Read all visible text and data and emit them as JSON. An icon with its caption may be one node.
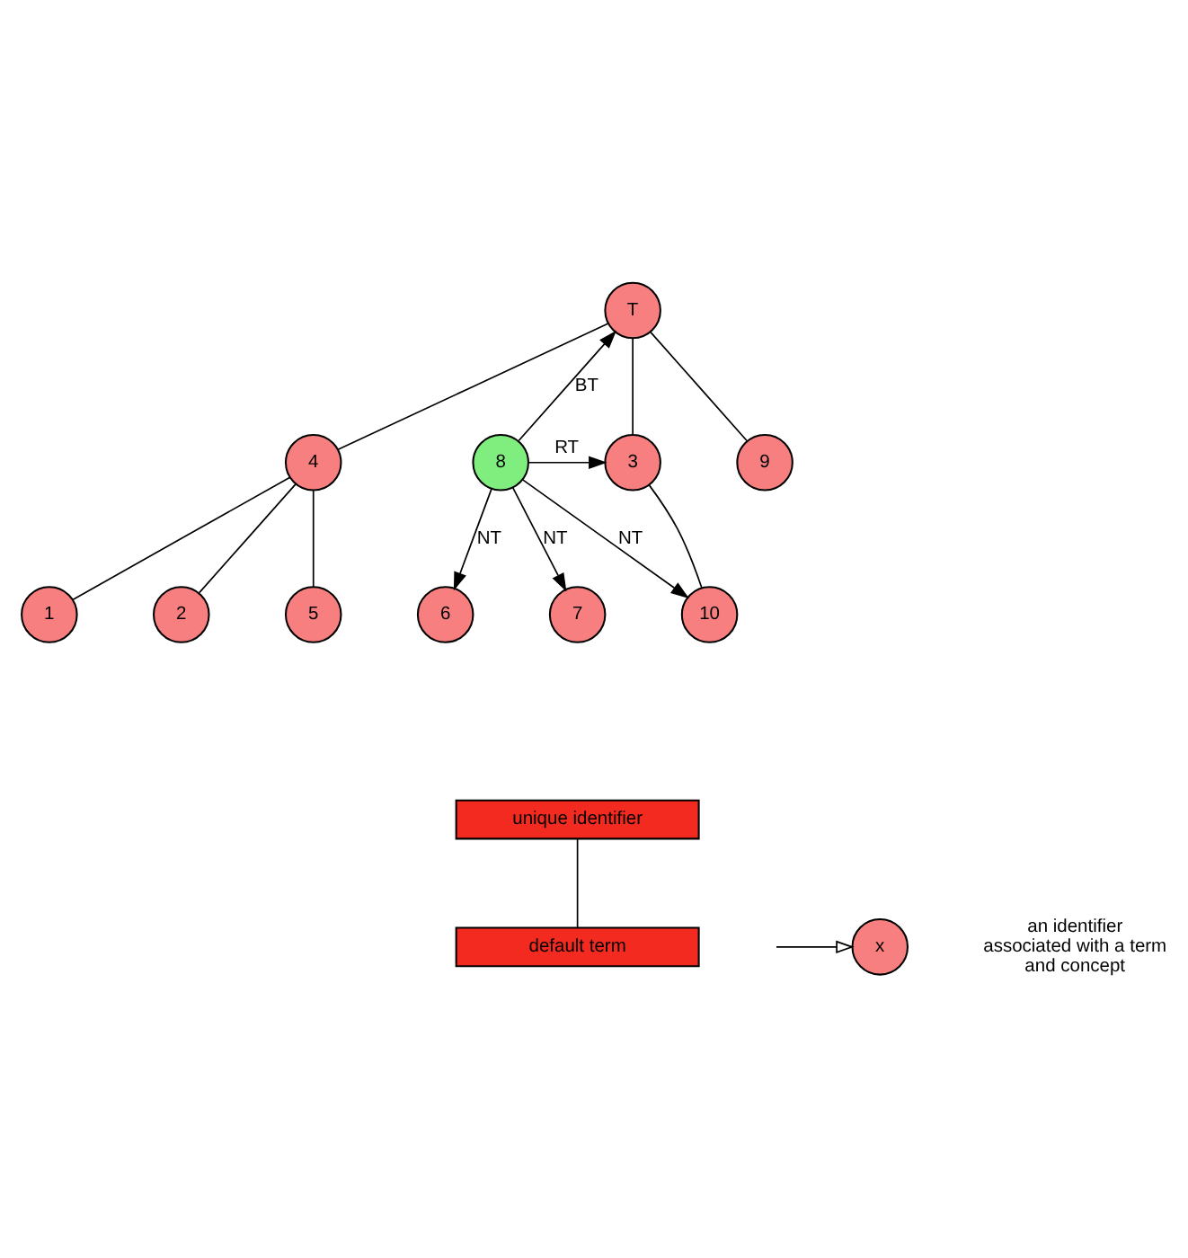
{
  "diagram": {
    "nodes": [
      {
        "text": [
          "T"
        ]
      },
      {
        "text": [
          "4"
        ]
      },
      {
        "text": [
          "8"
        ]
      },
      {
        "text": [
          "3"
        ]
      },
      {
        "text": [
          "9"
        ]
      },
      {
        "text": [
          "1"
        ]
      },
      {
        "text": [
          "2"
        ]
      },
      {
        "text": [
          "5"
        ]
      },
      {
        "text": [
          "6"
        ]
      },
      {
        "text": [
          "7"
        ]
      },
      {
        "text": [
          "10"
        ]
      },
      {
        "text": [
          "unique identifier"
        ]
      },
      {
        "text": [
          "default term"
        ]
      },
      {
        "text": [
          "x"
        ]
      }
    ],
    "labels": [
      "an identifier associated with a term and concept"
    ],
    "edges": [
      {
        "from": 0,
        "to": 1,
        "arrow": "none"
      },
      {
        "from": 2,
        "to": 0,
        "arrow": "to",
        "label": "BT"
      },
      {
        "from": 0,
        "to": 3,
        "arrow": "none"
      },
      {
        "from": 0,
        "to": 4,
        "arrow": "none"
      },
      {
        "from": 2,
        "to": 3,
        "arrow": "to",
        "label": "RT"
      },
      {
        "from": 1,
        "to": 5,
        "arrow": "none"
      },
      {
        "from": 1,
        "to": 6,
        "arrow": "none"
      },
      {
        "from": 1,
        "to": 7,
        "arrow": "none"
      },
      {
        "from": 2,
        "to": 8,
        "arrow": "to",
        "label": "NT"
      },
      {
        "from": 2,
        "to": 9,
        "arrow": "to",
        "label": "NT"
      },
      {
        "from": 2,
        "to": 10,
        "arrow": "to",
        "label": "NT"
      },
      {
        "from": 3,
        "to": 10,
        "arrow": "none"
      },
      {
        "from": 11,
        "to": 12,
        "arrow": "none"
      },
      {
        "from": null,
        "to": 13,
        "arrow": "to"
      }
    ]
  }
}
